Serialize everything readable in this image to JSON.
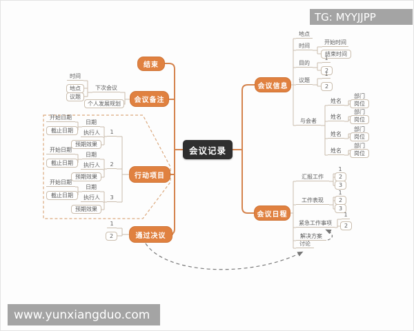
{
  "watermarks": {
    "top": "TG: MYYJJPP",
    "bottom": "www.yunxiangduo.com"
  },
  "root_label": "会议记录",
  "branches": {
    "end": "结束",
    "notes": "会议备注",
    "actions": "行动项目",
    "resolutions": "通过决议",
    "info": "会议信息",
    "agenda": "会议日程"
  },
  "notes": {
    "next_meeting": "下次会议",
    "time": "时间",
    "place": "地点",
    "topic": "议题",
    "personal_plan": "个人发展规划"
  },
  "actions": {
    "date": "日期",
    "start_date": "开始日期",
    "end_date": "截止日期",
    "executor": "执行人",
    "expected_result": "预期效果"
  },
  "info": {
    "place": "地点",
    "time": "时间",
    "start_time": "开始时间",
    "end_time": "结束时间",
    "purpose": "目的",
    "topic": "议题",
    "attendees": "与会者",
    "name": "姓名",
    "department": "部门",
    "position": "岗位"
  },
  "agenda": {
    "report_work": "汇报工作",
    "work_performance": "工作表现",
    "urgent_items": "紧急工作事项",
    "solution": "解决方案",
    "discussion": "讨论"
  },
  "num": {
    "n1": "1",
    "n2": "2",
    "n3": "3"
  },
  "colors": {
    "accent_orange": "#e08140",
    "main_line": "#d4824b",
    "sub_line": "#c9bcac",
    "boundary_dash": "#dba87c",
    "root_bg": "#2f2f2f",
    "arrow": "#777777",
    "watermark_bg": "#9c9c9c"
  }
}
